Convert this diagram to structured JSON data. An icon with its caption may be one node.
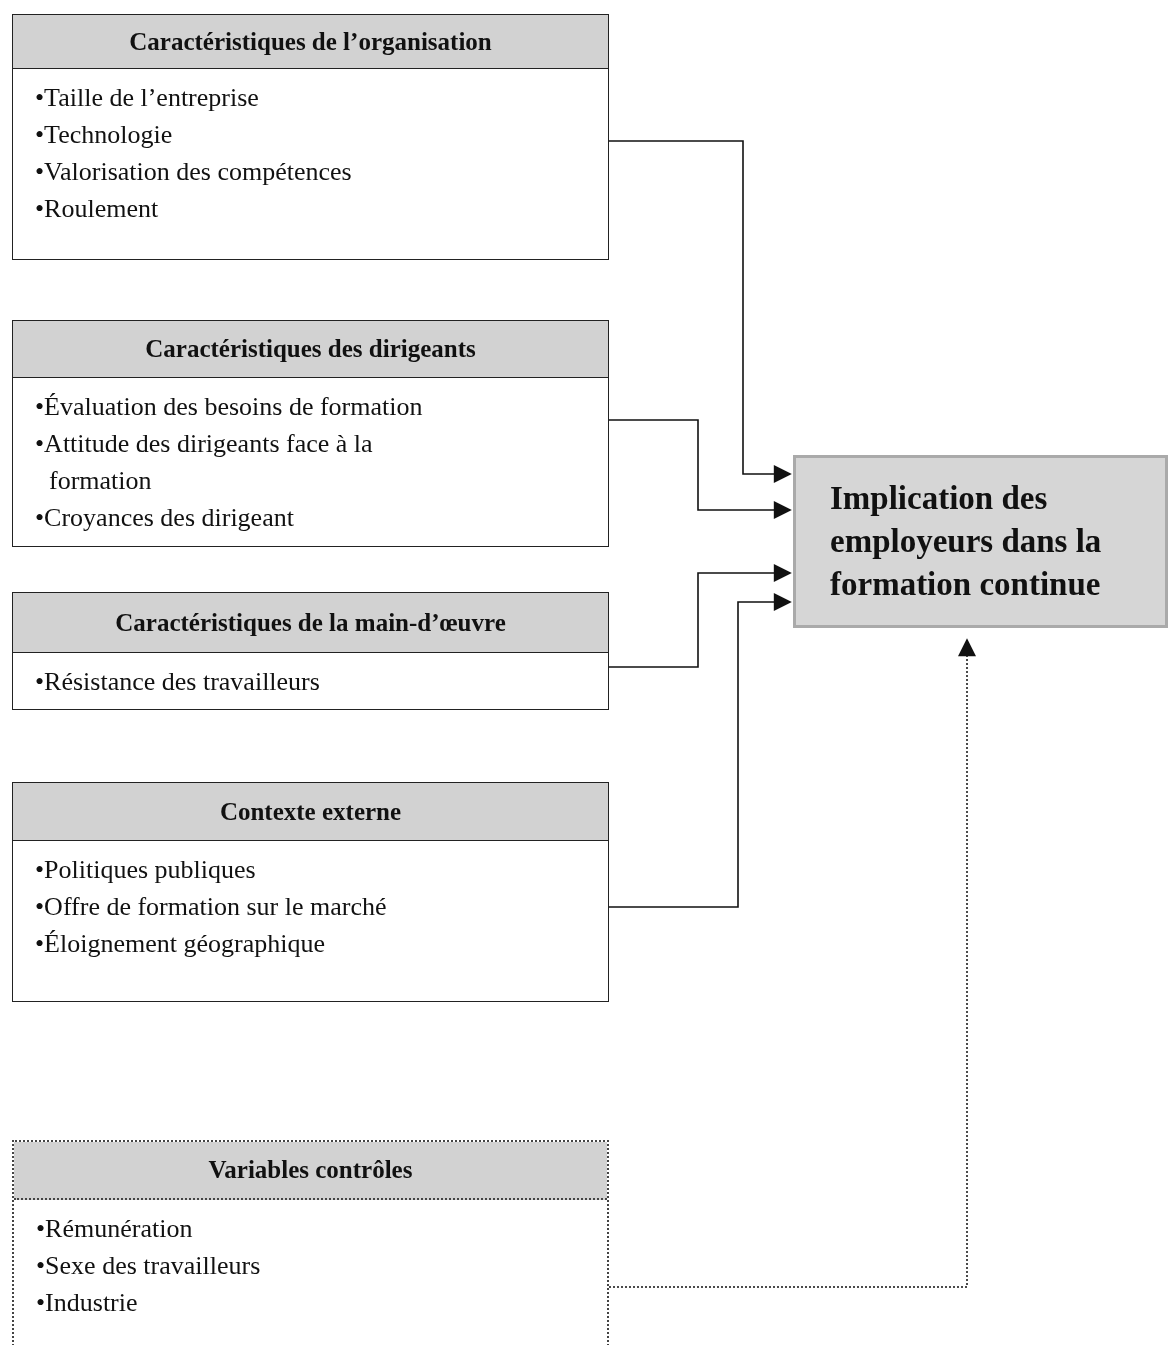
{
  "diagram": {
    "nodes": [
      {
        "text": [
          "Caractéristiques de l’organisation",
          "•Taille de l’entreprise",
          "•Technologie",
          "•Valorisation des compétences",
          "•Roulement"
        ]
      },
      {
        "text": [
          "Caractéristiques des dirigeants",
          "•Évaluation des besoins de formation",
          "•Attitude des dirigeants face à la formation",
          "•Croyances des dirigeant"
        ]
      },
      {
        "text": [
          "Caractéristiques de la main-d’œuvre",
          "•Résistance des travailleurs"
        ]
      },
      {
        "text": [
          "Contexte externe",
          "•Politiques publiques",
          "•Offre de formation sur le marché",
          "•Éloignement géographique"
        ]
      },
      {
        "text": [
          "Variables contrôles",
          "•Rémunération",
          "•Sexe des travailleurs",
          "•Industrie"
        ]
      },
      {
        "text": [
          "Implication des employeurs dans la formation continue"
        ]
      }
    ],
    "edges": [
      {
        "from": 0,
        "to": 5,
        "arrow": "to"
      },
      {
        "from": 1,
        "to": 5,
        "arrow": "to"
      },
      {
        "from": 2,
        "to": 5,
        "arrow": "to"
      },
      {
        "from": 3,
        "to": 5,
        "arrow": "to"
      },
      {
        "from": 4,
        "to": 5,
        "arrow": "to",
        "style": "dashed"
      }
    ]
  }
}
